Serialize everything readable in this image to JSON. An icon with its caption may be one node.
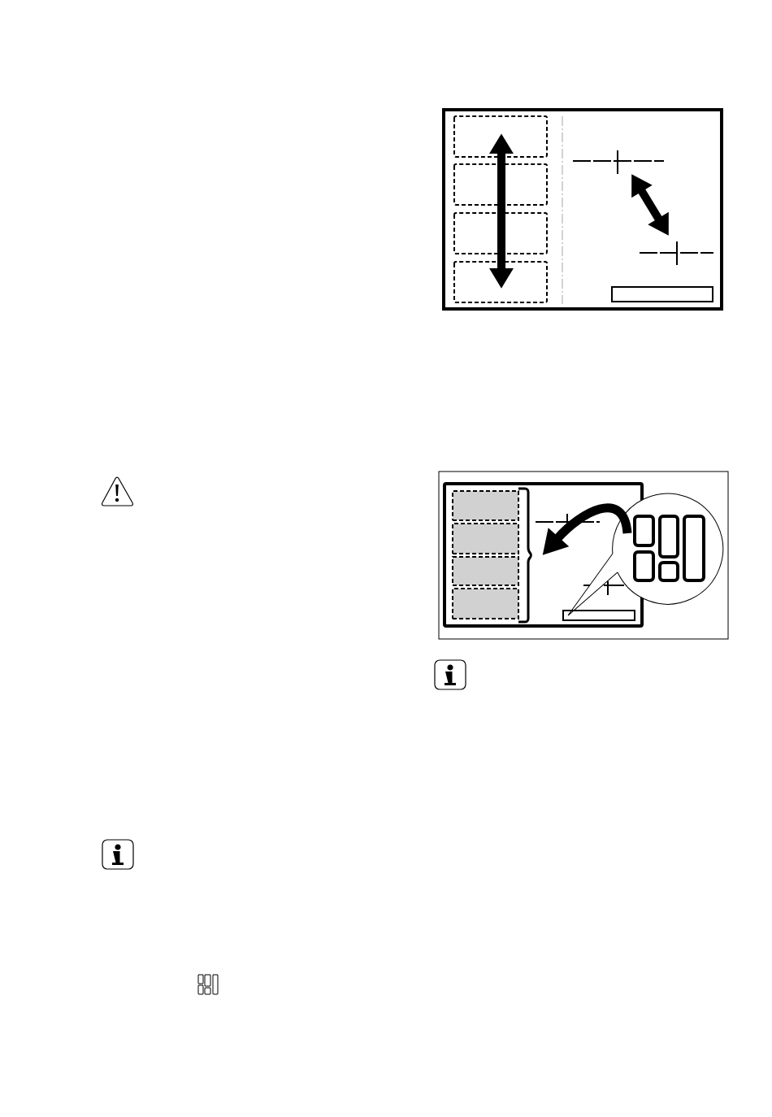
{
  "diagram": {
    "nodes": [
      {
        "text": [],
        "shape": "box"
      },
      {
        "text": [],
        "shape": "box"
      },
      {
        "text": [],
        "shape": "box"
      },
      {
        "text": [],
        "shape": "box"
      },
      {
        "text": [],
        "shape": "brace"
      },
      {
        "text": [],
        "shape": "circle"
      },
      {
        "text": [],
        "shape": "box"
      }
    ],
    "edges": [
      {
        "from": 5,
        "to": 4,
        "arrow": "to",
        "style": "thick"
      },
      {
        "from": 5,
        "to": 6,
        "arrow": "none"
      }
    ]
  }
}
